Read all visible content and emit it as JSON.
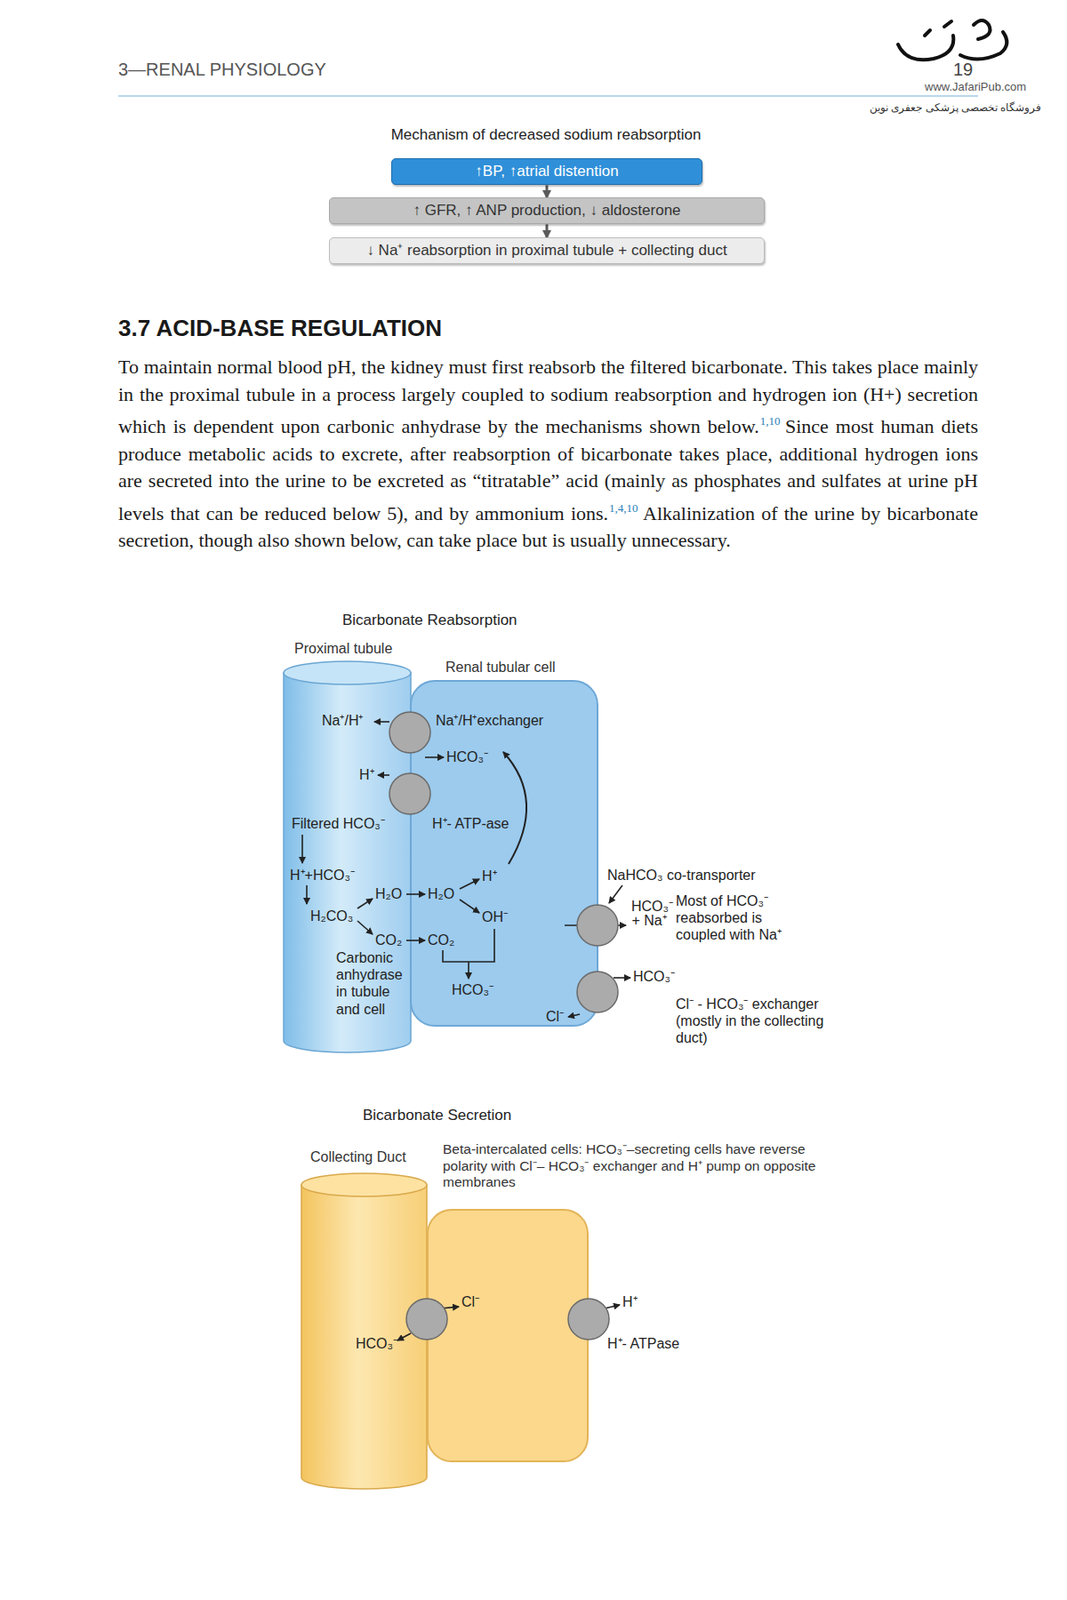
{
  "diagram": {
    "title": "3.7 ACID-BASE REGULATION",
    "nodes": [
      {
        "text": [
          "↑BP, ↑atrial distention"
        ]
      },
      {
        "text": [
          "↑ GFR, ↑ ANP production, ↓ aldosterone"
        ]
      },
      {
        "text": [
          "↓ Na⁺ reabsorption in proximal tubule + collecting duct"
        ]
      },
      {
        "text": [
          "Proximal tubule"
        ]
      },
      {
        "text": [
          "Renal tubular cell"
        ]
      },
      {
        "text": [
          "Collecting Duct"
        ]
      },
      {
        "text": [
          "Beta-intercalated cells: HCO₃⁻–secreting cells have reverse polarity with Cl⁻– HCO₃⁻ exchanger and H⁺ pump on opposite membranes"
        ]
      }
    ],
    "edges": [
      {
        "from": 0,
        "to": 1,
        "arrow": "to"
      },
      {
        "from": 1,
        "to": 2,
        "arrow": "to"
      }
    ],
    "labels": [
      "3—RENAL PHYSIOLOGY",
      "19",
      "www.JafariPub.com",
      "فروشگاه تخصصی پزشکی جعفری نوین",
      "Mechanism of decreased sodium reabsorption",
      "To maintain normal blood pH, the kidney must first reabsorb the filtered bicarbonate. This takes place mainly in the proximal tubule in a process largely coupled to sodium reabsorption and hydrogen ion (H+) secretion which is dependent upon carbonic anhydrase by the mechanisms shown below.",
      "1,10",
      "Since most human diets produce metabolic acids to excrete, after reabsorption of bicarbonate takes place, additional hydrogen ions are secreted into the urine to be excreted as “titratable” acid (mainly as phosphates and sulfates at urine pH levels that can be reduced below 5), and by ammonium ions.",
      "1,4,10",
      "Alkalinization of the urine by bicarbonate secretion, though also shown below, can take place but is usually unnecessary.",
      "Bicarbonate Reabsorption",
      "Na⁺/H⁺",
      "Na⁺/H⁺exchanger",
      "HCO₃⁻",
      "H⁺",
      "Filtered HCO₃⁻",
      "H⁺- ATP-ase",
      "H⁺+HCO₃⁻",
      "H₂CO₃",
      "H₂O",
      "H₂O",
      "H⁺",
      "OH⁻",
      "CO₂",
      "CO₂",
      "Carbonic anhydrase in tubule and cell",
      "HCO₃⁻",
      "NaHCO₃ co-transporter",
      "HCO₃⁻ + Na⁺",
      "Most of HCO₃⁻ reabsorbed is coupled with Na⁺",
      "HCO₃⁻",
      "Cl⁻",
      "Cl⁻ - HCO₃⁻ exchanger (mostly in the collecting duct)",
      "Bicarbonate Secretion",
      "Cl⁻",
      "HCO₃⁻",
      "H⁺",
      "H⁺- ATPase"
    ]
  }
}
